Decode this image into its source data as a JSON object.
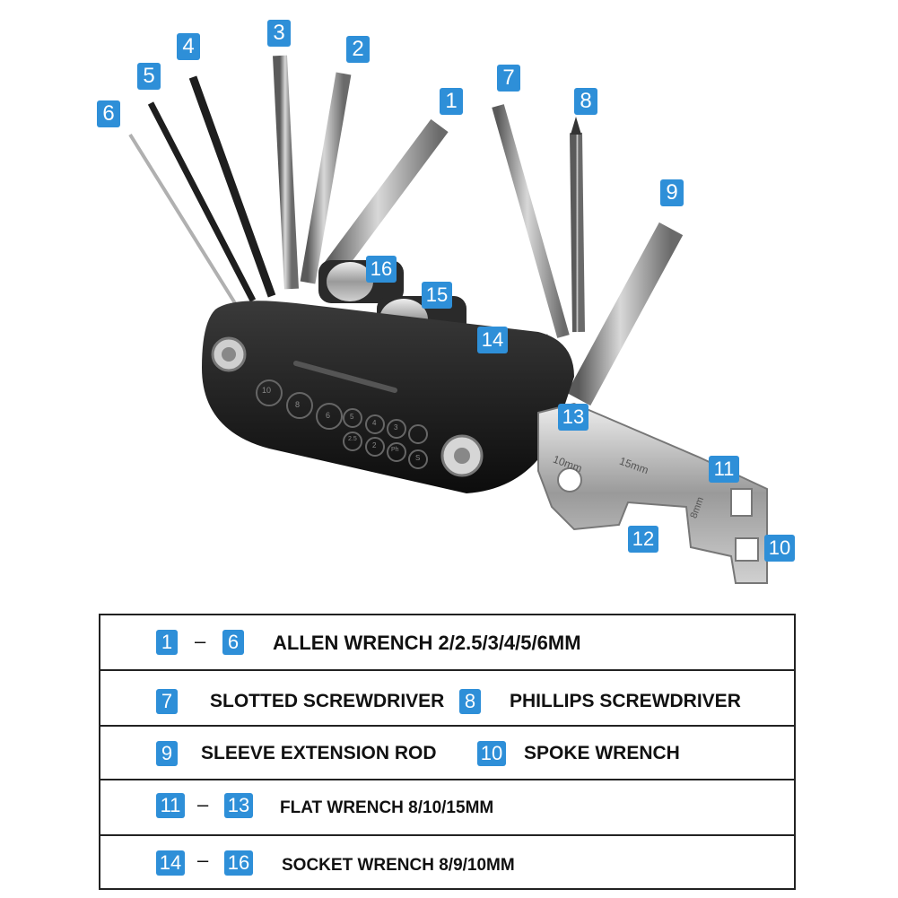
{
  "callouts": [
    "1",
    "2",
    "3",
    "4",
    "5",
    "6",
    "7",
    "8",
    "9",
    "10",
    "11",
    "12",
    "13",
    "14",
    "15",
    "16"
  ],
  "accent_color": "#2e8fd8",
  "legend": {
    "row1": {
      "from": "1",
      "to": "6",
      "dash": "–",
      "text": "ALLEN WRENCH 2/2.5/3/4/5/6MM"
    },
    "row2": {
      "a_num": "7",
      "a_text": "SLOTTED SCREWDRIVER",
      "b_num": "8",
      "b_text": "PHILLIPS SCREWDRIVER"
    },
    "row3": {
      "a_num": "9",
      "a_text": "SLEEVE EXTENSION ROD",
      "b_num": "10",
      "b_text": "SPOKE WRENCH"
    },
    "row4": {
      "from": "11",
      "to": "13",
      "dash": "–",
      "text": "FLAT WRENCH 8/10/15MM"
    },
    "row5": {
      "from": "14",
      "to": "16",
      "dash": "–",
      "text": "SOCKET WRENCH 8/9/10MM"
    }
  },
  "tool_engravings": [
    "10",
    "8",
    "6",
    "5",
    "4",
    "3",
    "2.5",
    "2",
    "Ph",
    "S"
  ],
  "wrench_text": [
    "10mm",
    "15mm",
    "8mm"
  ]
}
